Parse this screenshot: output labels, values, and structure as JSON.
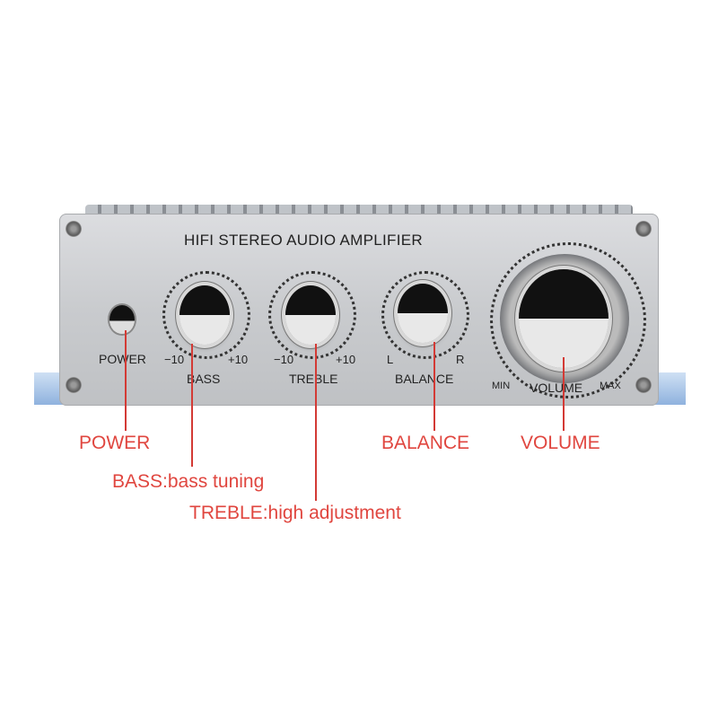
{
  "panel": {
    "title": "HIFI STEREO AUDIO AMPLIFIER",
    "power_label": "POWER",
    "bass": {
      "label": "BASS",
      "min": "−10",
      "max": "+10"
    },
    "treble": {
      "label": "TREBLE",
      "min": "−10",
      "max": "+10"
    },
    "balance": {
      "label": "BALANCE",
      "min": "L",
      "max": "R"
    },
    "volume": {
      "label": "VOLUME",
      "min": "MIN",
      "max": "MAX"
    }
  },
  "callouts": {
    "power": "POWER",
    "bass": "BASS:bass tuning",
    "treble": "TREBLE:high adjustment",
    "balance": "BALANCE",
    "volume": "VOLUME"
  },
  "colors": {
    "callout": "#e0463f",
    "panel": "#cfd1d4"
  }
}
